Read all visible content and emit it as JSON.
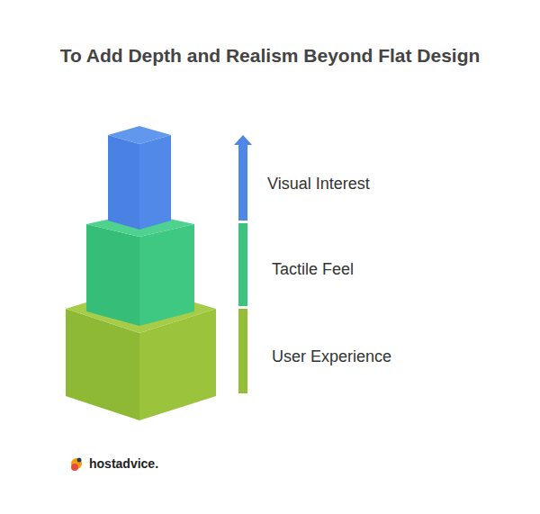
{
  "diagram": {
    "title": "To Add Depth and Realism Beyond Flat Design",
    "labels": [
      "Visual Interest",
      "Tactile Feel",
      "User Experience",
      "hostadvice."
    ]
  }
}
